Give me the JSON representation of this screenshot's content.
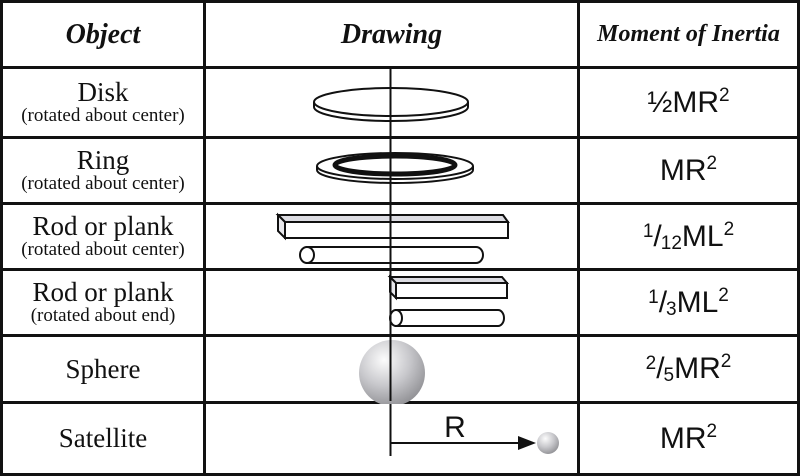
{
  "table": {
    "headers": {
      "object": "Object",
      "drawing": "Drawing",
      "inertia": "Moment of Inertia"
    },
    "rows": [
      {
        "object": "Disk",
        "note": "(rotated about center)",
        "drawing": "disk-on-vertical-axis",
        "formula": {
          "lead": "½",
          "base": "MR",
          "exp": "2"
        }
      },
      {
        "object": "Ring",
        "note": "(rotated about center)",
        "drawing": "ring-on-vertical-axis",
        "formula": {
          "base": "MR",
          "exp": "2"
        }
      },
      {
        "object": "Rod or plank",
        "note": "(rotated about center)",
        "drawing": "plank-and-rod-centered-on-axis",
        "formula": {
          "num": "1",
          "slash": "/",
          "den": "12",
          "base": "ML",
          "exp": "2"
        }
      },
      {
        "object": "Rod or plank",
        "note": "(rotated about end)",
        "drawing": "plank-and-rod-end-at-axis",
        "formula": {
          "num": "1",
          "slash": "/",
          "den": "3",
          "base": "ML",
          "exp": "2"
        }
      },
      {
        "object": "Sphere",
        "note": "",
        "drawing": "sphere-on-vertical-axis",
        "formula": {
          "num": "2",
          "slash": "/",
          "den": "5",
          "base": "MR",
          "exp": "2"
        }
      },
      {
        "object": "Satellite",
        "note": "",
        "drawing": "satellite-radius-arrow-to-small-sphere",
        "drawing_label": "R",
        "formula": {
          "base": "MR",
          "exp": "2"
        }
      }
    ],
    "colors": {
      "border": "#111111",
      "background": "#ffffff",
      "plank_top": "#dcdce2",
      "plank_end": "#e8e8ec",
      "sphere_highlight": "#fcfcfc",
      "sphere_mid": "#c8c8cc",
      "sphere_edge": "#8a8a8e"
    }
  }
}
